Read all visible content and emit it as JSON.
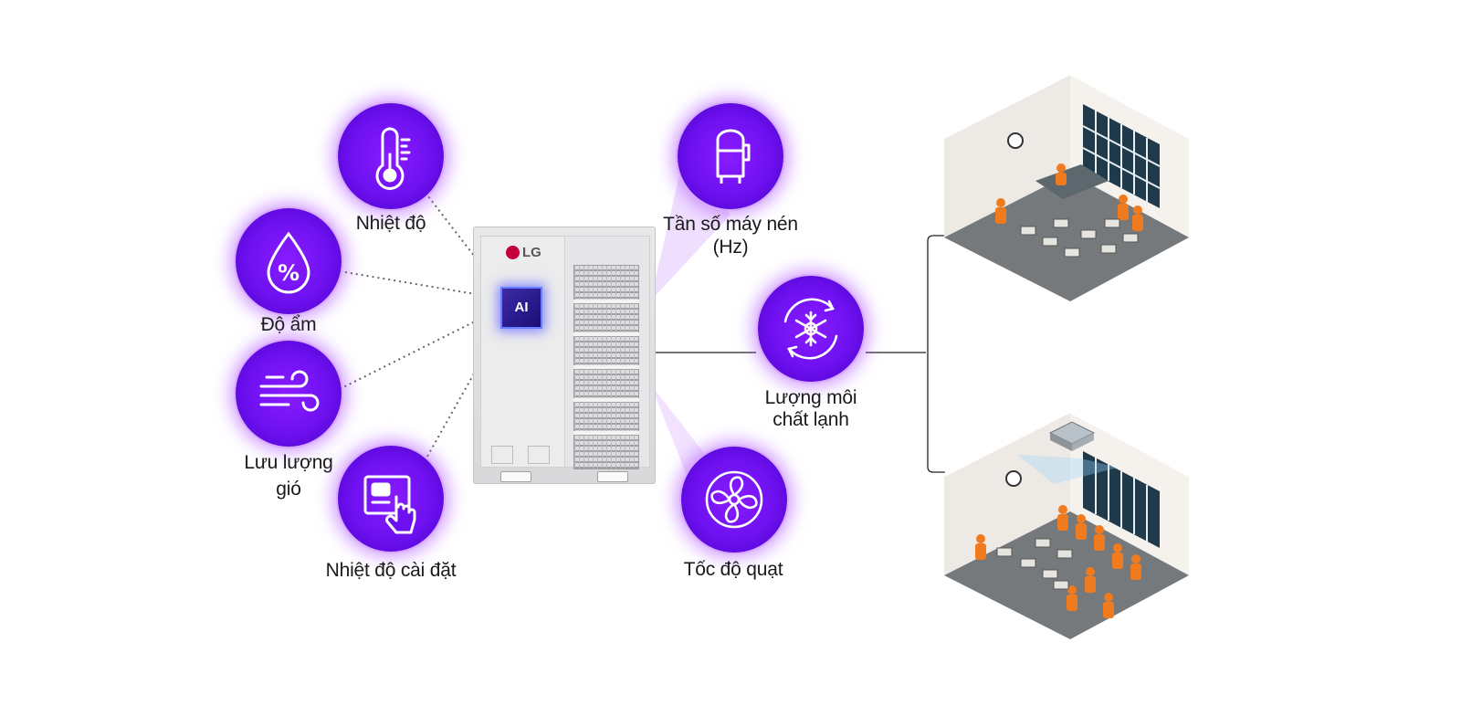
{
  "labels": {
    "temperature": "Nhiệt độ",
    "humidity": "Độ ẩm",
    "airflow": "Lưu lượng gió",
    "airflow_line1": "Lưu lượng",
    "airflow_line2": "gió",
    "set_temperature": "Nhiệt độ cài đặt",
    "compressor_line1": "Tần số máy nén",
    "compressor_line2": "(Hz)",
    "refrigerant_line1": "Lượng môi",
    "refrigerant_line2": "chất lạnh",
    "fan_speed": "Tốc độ quạt"
  },
  "unit": {
    "brand": "LG",
    "chip": "AI"
  },
  "icons": {
    "temperature": "thermometer-icon",
    "humidity": "water-drop-percent-icon",
    "airflow": "wind-icon",
    "set_temperature": "thermostat-touch-icon",
    "compressor": "compressor-icon",
    "refrigerant": "snowflake-cycle-icon",
    "fan": "fan-icon"
  },
  "colors": {
    "accent_purple": "#7a14ff",
    "glow": "#c47bff",
    "brand_red": "#c4003c",
    "occupant_orange": "#f07a1e",
    "cool_air_blue": "#9fd6ff"
  }
}
